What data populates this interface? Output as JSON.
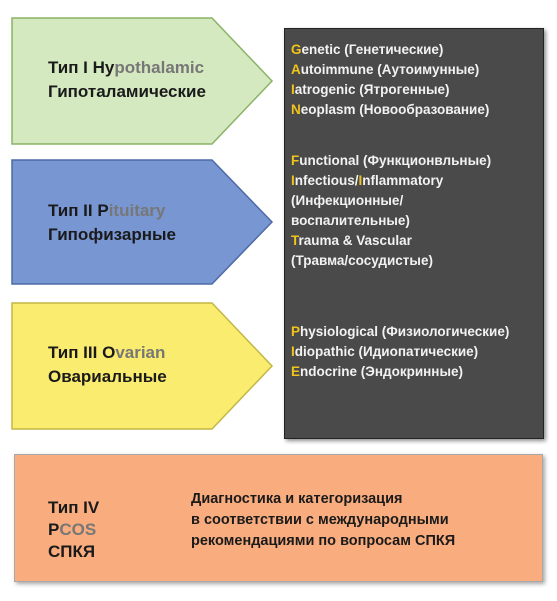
{
  "type1": {
    "prefix": "Тип I ",
    "word_cap": "Hy",
    "word_rest": "pothalamic",
    "russian": "Гипоталамические",
    "fill": "#d4e9c0",
    "stroke": "#8ab366"
  },
  "type2": {
    "prefix": "Тип II ",
    "word_cap": "P",
    "word_rest": "ituitary",
    "russian": "Гипофизарные",
    "fill": "#7896d2",
    "stroke": "#4d6aa8"
  },
  "type3": {
    "prefix": "Тип III ",
    "word_cap": "O",
    "word_rest": "varian",
    "russian": "Овариальные",
    "fill": "#faec6e",
    "stroke": "#c2b645"
  },
  "causes_hypothalamic": [
    {
      "letter": "G",
      "rest": "enetic (Генетические)"
    },
    {
      "letter": "A",
      "rest": "utoimmune (Аутоимунные)"
    },
    {
      "letter": "I",
      "rest": "atrogenic (Ятрогенные)"
    },
    {
      "letter": "N",
      "rest": "eoplasm (Новообразование)"
    }
  ],
  "causes_pituitary": {
    "functional": {
      "letter": "F",
      "rest": "unctional (Функционвльные)"
    },
    "infectious": {
      "letter1": "I",
      "mid": "nfectious/",
      "letter2": "I",
      "rest": "nflammatory",
      "cont1": "(Инфекционные/",
      "cont2": "воспалительные)"
    },
    "trauma": {
      "letter": "T",
      "rest": "rauma & Vascular",
      "cont": "(Травма/сосудистые)"
    }
  },
  "causes_ovarian": [
    {
      "letter": "P",
      "rest": "hysiological (Физиологические)"
    },
    {
      "letter": "I",
      "rest": "diopathic (Идиопатические)"
    },
    {
      "letter": "E",
      "rest": "ndocrine (Эндокринные)"
    }
  ],
  "type4": {
    "line1": "Тип IV",
    "cap": "P",
    "rest": "COS",
    "line3": "СПКЯ",
    "desc1": "Диагностика и категоризация",
    "desc2": "в соответствии с международными",
    "desc3": "рекомендациями по вопросам СПКЯ",
    "fill": "#f9ac7e"
  },
  "colors": {
    "panel": "#4a4a4a",
    "highlight": "#f0c419",
    "grey_text": "#777777"
  }
}
